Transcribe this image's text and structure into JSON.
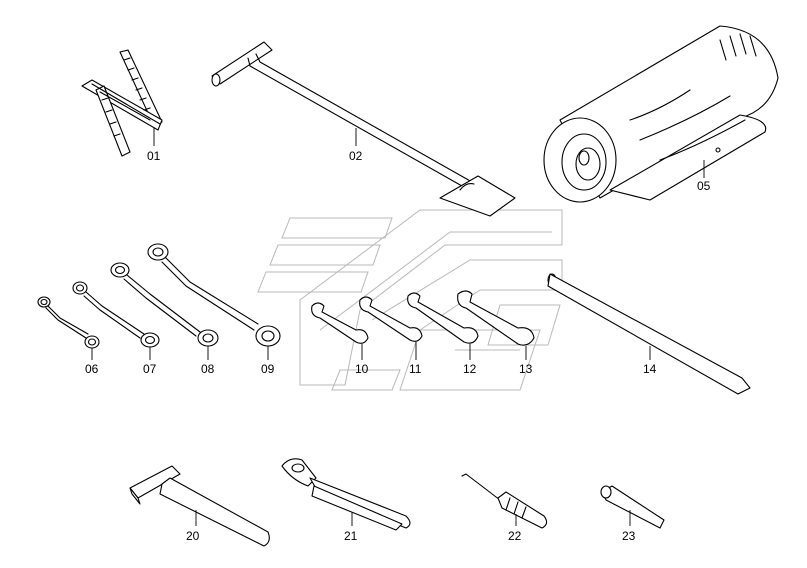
{
  "parts": [
    {
      "id": "ruler",
      "label": "01"
    },
    {
      "id": "t-handle",
      "label": "02"
    },
    {
      "id": "tool-bag",
      "label": "05"
    },
    {
      "id": "ring-spanner-a",
      "label": "06"
    },
    {
      "id": "ring-spanner-b",
      "label": "07"
    },
    {
      "id": "ring-spanner-c",
      "label": "08"
    },
    {
      "id": "ring-spanner-d",
      "label": "09"
    },
    {
      "id": "open-spanner-a",
      "label": "10"
    },
    {
      "id": "open-spanner-b",
      "label": "11"
    },
    {
      "id": "open-spanner-c",
      "label": "12"
    },
    {
      "id": "open-spanner-d",
      "label": "13"
    },
    {
      "id": "tommy-bar",
      "label": "14"
    },
    {
      "id": "hammer",
      "label": "20"
    },
    {
      "id": "pliers",
      "label": "21"
    },
    {
      "id": "screwdriver",
      "label": "22"
    },
    {
      "id": "socket-adapter",
      "label": "23"
    }
  ],
  "colors": {
    "line": "#000000",
    "background": "#ffffff",
    "watermark": "#b8b8b8"
  }
}
